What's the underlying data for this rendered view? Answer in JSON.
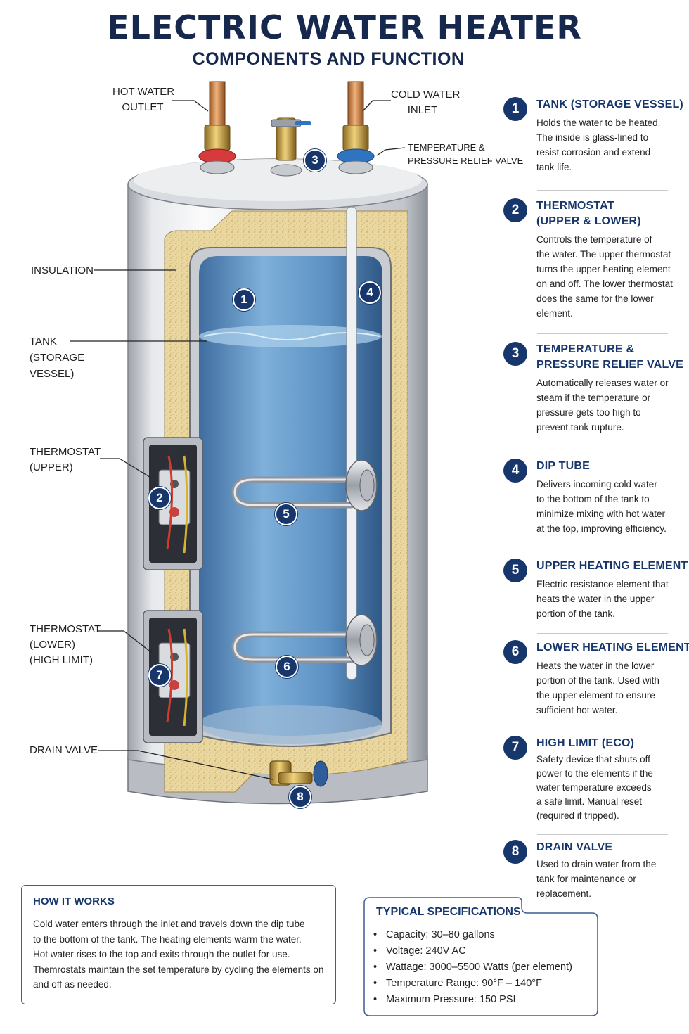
{
  "title": "ELECTRIC WATER HEATER",
  "subtitle": "COMPONENTS AND FUNCTION",
  "callouts": {
    "hot_outlet": [
      "HOT WATER",
      "OUTLET"
    ],
    "cold_inlet": [
      "COLD WATER",
      "INLET"
    ],
    "tpr": [
      "TEMPERATURE &",
      "PRESSURE RELIEF VALVE"
    ],
    "insulation": [
      "INSULATION"
    ],
    "tank": [
      "TANK",
      "(STORAGE",
      "VESSEL)"
    ],
    "thermo_upper": [
      "THERMOSTAT",
      "(UPPER)"
    ],
    "thermo_lower": [
      "THERMOSTAT",
      "(LOWER)",
      "(HIGH LIMIT)"
    ],
    "drain": [
      "DRAIN VALVE"
    ]
  },
  "markers": [
    "1",
    "2",
    "3",
    "4",
    "5",
    "6",
    "7",
    "8"
  ],
  "components": [
    {
      "num": "1",
      "title": [
        "TANK (STORAGE VESSEL)"
      ],
      "desc": [
        "Holds the water to be heated.",
        "The inside is glass-lined to",
        "resist corrosion and extend",
        "tank life."
      ]
    },
    {
      "num": "2",
      "title": [
        "THERMOSTAT",
        "(UPPER & LOWER)"
      ],
      "desc": [
        "Controls the temperature of",
        "the water. The upper thermostat",
        "turns the upper heating element",
        "on and off. The lower thermostat",
        "does the same for the lower",
        "element."
      ]
    },
    {
      "num": "3",
      "title": [
        "TEMPERATURE &",
        "PRESSURE RELIEF VALVE"
      ],
      "desc": [
        "Automatically releases water or",
        "steam if the temperature or",
        "pressure gets too high to",
        "prevent tank rupture."
      ]
    },
    {
      "num": "4",
      "title": [
        "DIP TUBE"
      ],
      "desc": [
        "Delivers incoming cold water",
        "to the bottom of the tank to",
        "minimize mixing with hot water",
        "at the top, improving efficiency."
      ]
    },
    {
      "num": "5",
      "title": [
        "UPPER HEATING ELEMENT"
      ],
      "desc": [
        "Electric resistance element that",
        "heats the water in the upper",
        "portion of the tank."
      ]
    },
    {
      "num": "6",
      "title": [
        "LOWER HEATING ELEMENT"
      ],
      "desc": [
        "Heats the water in the lower",
        "portion of the tank. Used with",
        "the upper element to ensure",
        "sufficient hot water."
      ]
    },
    {
      "num": "7",
      "title": [
        "HIGH LIMIT (ECO)"
      ],
      "desc": [
        "Safety device that shuts off",
        "power to the elements if the",
        "water temperature exceeds",
        "a safe limit. Manual reset",
        "(required if tripped)."
      ]
    },
    {
      "num": "8",
      "title": [
        "DRAIN VALVE"
      ],
      "desc": [
        "Used to drain water from the",
        "tank for maintenance or",
        "replacement."
      ]
    }
  ],
  "how_it_works": {
    "title": "HOW IT WORKS",
    "lines": [
      "Cold water enters through the inlet and travels down the dip tube",
      "to the bottom of the tank. The heating elements warm the water.",
      "Hot water rises to the top  and exits through the outlet for use.",
      "Themrostats maintain the set temperature by cycling the elements on",
      "and off as needed."
    ]
  },
  "specs": {
    "title": "TYPICAL SPECIFICATIONS",
    "items": [
      "Capacity: 30–80 gallons",
      "Voltage: 240V AC",
      "Wattage: 3000–5500 Watts (per element)",
      "Temperature Range: 90°F – 140°F",
      "Maximum Pressure: 150 PSI"
    ]
  },
  "colors": {
    "navy": "#17366b",
    "water": "#5f95c8",
    "insulation": "#ead7a0",
    "hot_ring": "#d63a3a",
    "cold_ring": "#2f74c0"
  }
}
